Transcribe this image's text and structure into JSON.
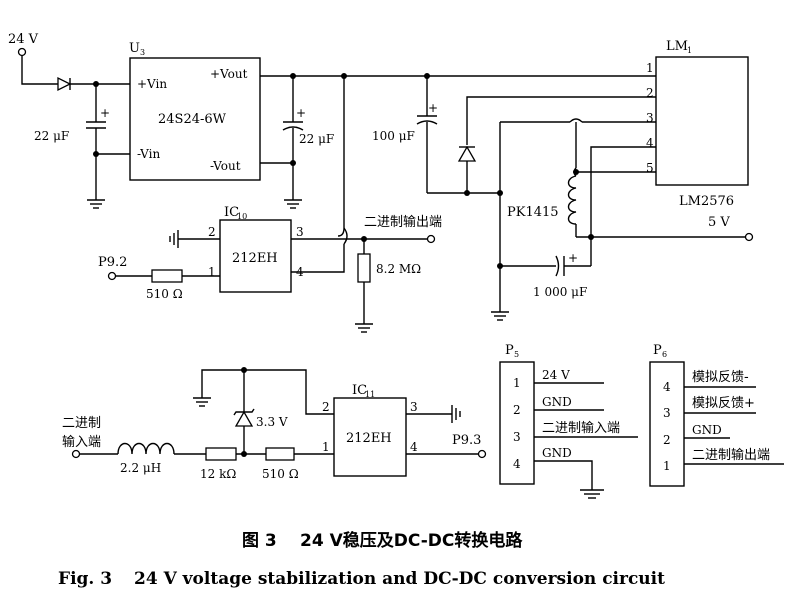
{
  "supply": {
    "input_label": "24 V",
    "output_label": "5 V"
  },
  "u3": {
    "ref": "U",
    "ref_sub": "3",
    "part": "24S24-6W",
    "pin_vin_pos": "+Vin",
    "pin_vin_neg": "-Vin",
    "pin_vout_pos": "+Vout",
    "pin_vout_neg": "-Vout"
  },
  "caps": {
    "c_in": "22 μF",
    "c_out": "22 μF",
    "c_100": "100 μF",
    "c_1000": "1 000 μF"
  },
  "lm1": {
    "ref": "LM",
    "ref_sub": "1",
    "part": "LM2576",
    "pins": [
      "1",
      "2",
      "3",
      "4",
      "5"
    ]
  },
  "inductor_top": {
    "label": "PK1415"
  },
  "ic10": {
    "ref": "IC",
    "ref_sub": "10",
    "part": "212EH",
    "pin1": "1",
    "pin2": "2",
    "pin3": "3",
    "pin4": "4",
    "input_node": "P9.2",
    "res_in": "510 Ω",
    "res_pull": "8.2 MΩ",
    "output_label": "二进制输出端"
  },
  "ic11": {
    "ref": "IC",
    "ref_sub": "11",
    "part": "212EH",
    "pin1": "1",
    "pin2": "2",
    "pin3": "3",
    "pin4": "4",
    "output_node": "P9.3",
    "zener": "3.3 V",
    "input_label_line1": "二进制",
    "input_label_line2": "输入端",
    "inductor": "2.2 μH",
    "res1": "12 kΩ",
    "res2": "510 Ω"
  },
  "p5": {
    "ref": "P",
    "ref_sub": "5",
    "pins": [
      "1",
      "2",
      "3",
      "4"
    ],
    "labels": [
      "24 V",
      "GND",
      "二进制输入端",
      "GND"
    ]
  },
  "p6": {
    "ref": "P",
    "ref_sub": "6",
    "pins": [
      "4",
      "3",
      "2",
      "1"
    ],
    "labels": [
      "模拟反馈-",
      "模拟反馈+",
      "GND",
      "二进制输出端"
    ]
  },
  "caption": {
    "cn_num": "图 3",
    "cn_title": "24 V稳压及DC-DC转换电路",
    "en_num": "Fig. 3",
    "en_title": "24 V voltage stabilization and DC-DC conversion circuit"
  }
}
